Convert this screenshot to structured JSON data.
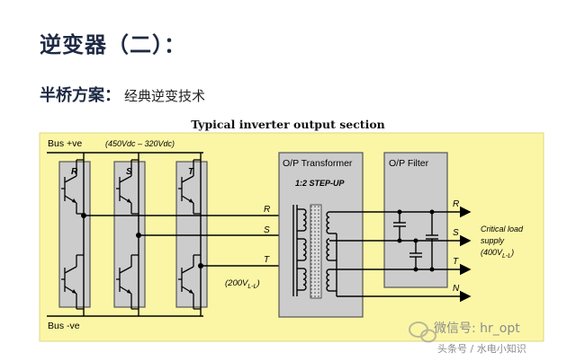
{
  "page": {
    "title": "逆变器（二）：",
    "subtitle_strong": "半桥方案：",
    "subtitle_text": "经典逆变技术"
  },
  "diagram": {
    "title": "Typical inverter output section",
    "bus_pos": "Bus +ve",
    "bus_neg": "Bus -ve",
    "dc_range": "(450Vdc – 320Vdc)",
    "leg_labels": [
      "R",
      "S",
      "T"
    ],
    "phase_labels": [
      "R",
      "S",
      "T"
    ],
    "vll_label": "(200V",
    "vll_sub": "L-L",
    "vll_close": ")",
    "transformer_title": "O/P Transformer",
    "transformer_ratio": "1:2 STEP-UP",
    "filter_title": "O/P Filter",
    "output_labels": [
      "R",
      "S",
      "T",
      "N"
    ],
    "load_line1": "Critical load",
    "load_line2": "supply",
    "load_line3": "(400V",
    "load_sub": "L-L",
    "load_close": ")",
    "colors": {
      "panel_bg": "#fbf6a6",
      "box_fill": "#cccccc",
      "box_border": "#555555",
      "wire": "#000000"
    }
  },
  "watermark": {
    "line1": "微信号: hr_opt",
    "line2": "头条号 / 水电小知识"
  }
}
